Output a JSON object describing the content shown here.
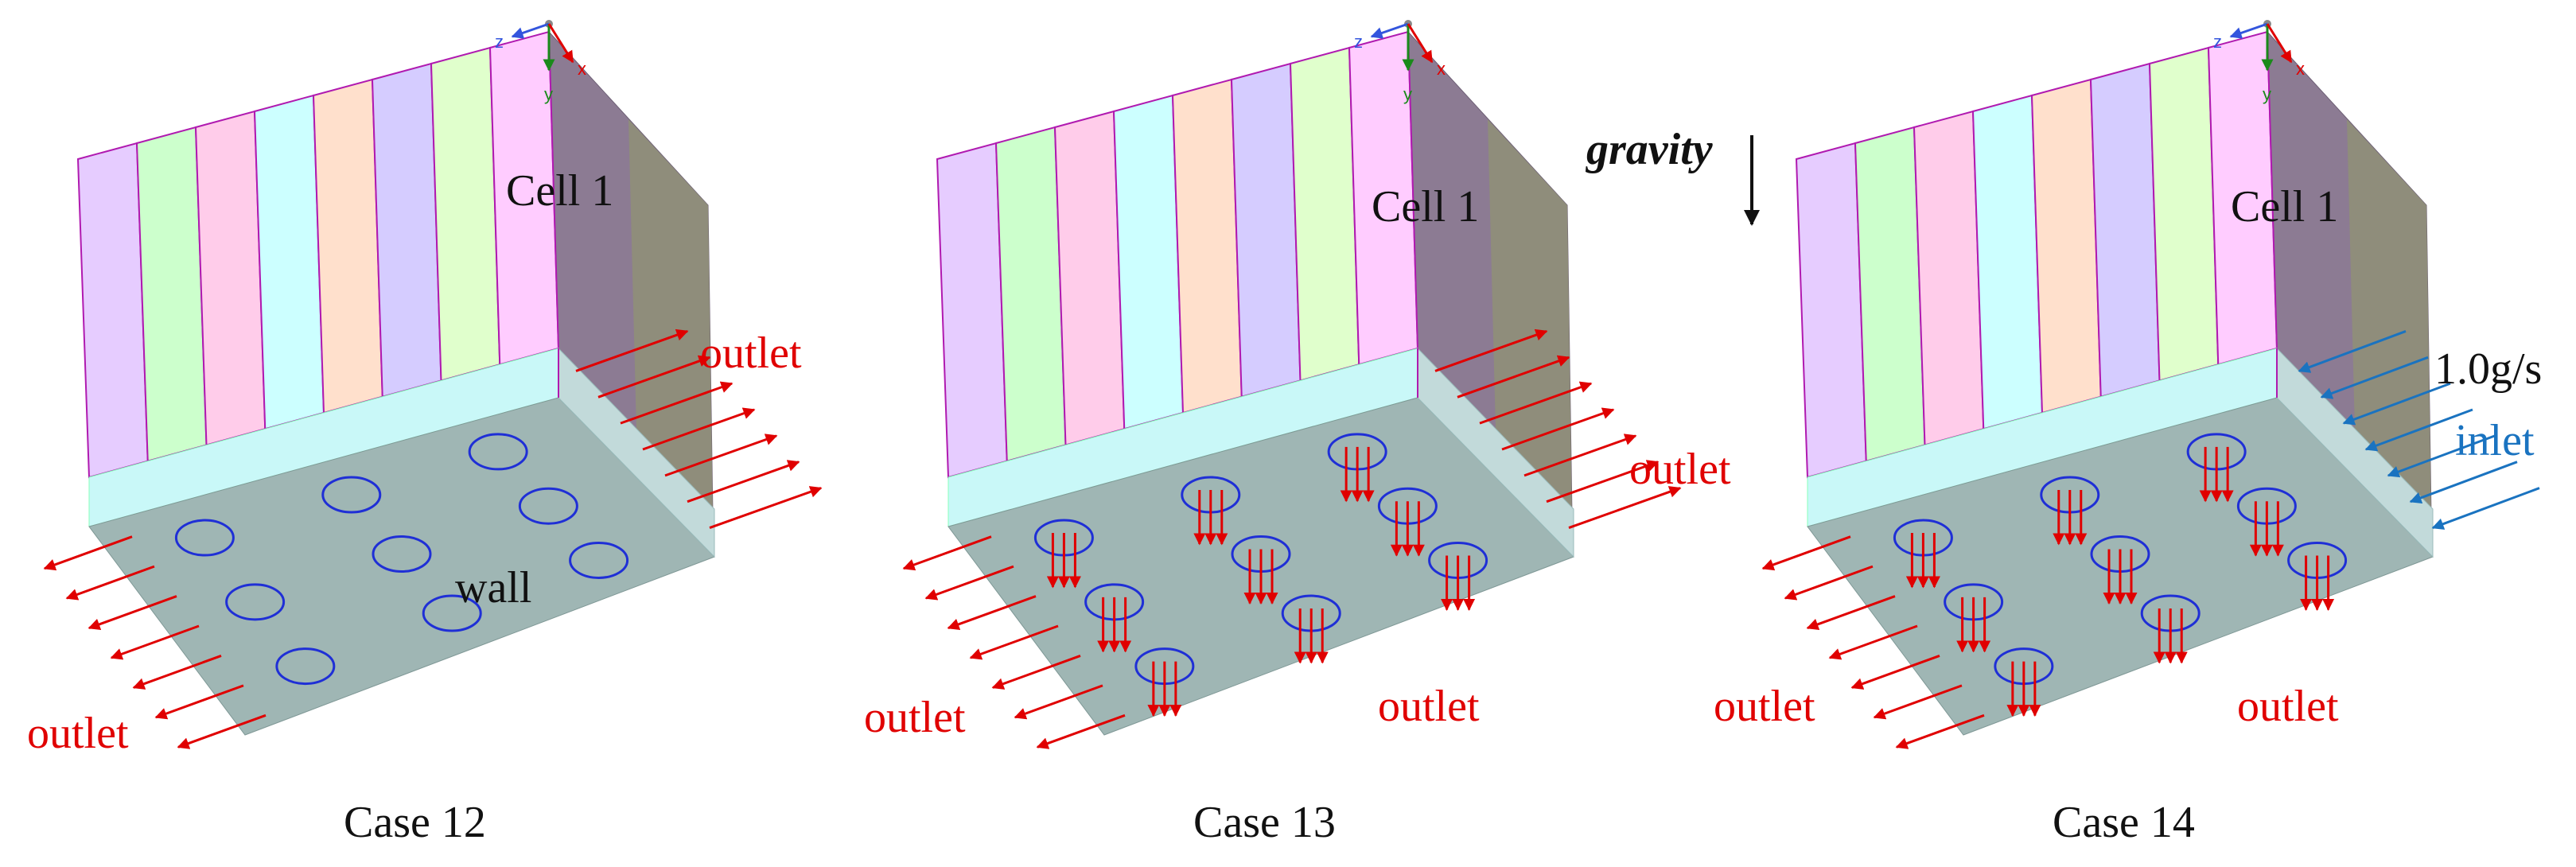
{
  "cases": [
    {
      "name": "Case 12",
      "cell_label": "Cell 1",
      "labels": [
        "outlet",
        "outlet",
        "wall"
      ],
      "hole_flow": false,
      "right_face": "outlet"
    },
    {
      "name": "Case 13",
      "cell_label": "Cell 1",
      "labels": [
        "outlet",
        "outlet",
        "outlet"
      ],
      "hole_flow": true,
      "right_face": "outlet"
    },
    {
      "name": "Case 14",
      "cell_label": "Cell 1",
      "labels": [
        "outlet",
        "outlet",
        "1.0g/s",
        "inlet"
      ],
      "hole_flow": true,
      "right_face": "inlet"
    }
  ],
  "gravity_label": "gravity",
  "axis_labels": {
    "x": "x",
    "y": "y",
    "z": "z"
  },
  "colors": {
    "outlet": "#e00000",
    "inlet": "#1a73c0",
    "hole_outline": "#1f2fd6",
    "base_top": "#9fb6b4",
    "base_front": "#c9f8f8",
    "base_side": "#c2dada",
    "cell_divider": "#b01ab0",
    "side_face": "#8c7b93",
    "side_face_lower": "#8f9177",
    "stripes": [
      "#e6ccff",
      "#ccffcc",
      "#ffccea",
      "#ccffff",
      "#ffe0cc",
      "#d5ccff",
      "#e0ffcc",
      "#ffccff"
    ]
  }
}
